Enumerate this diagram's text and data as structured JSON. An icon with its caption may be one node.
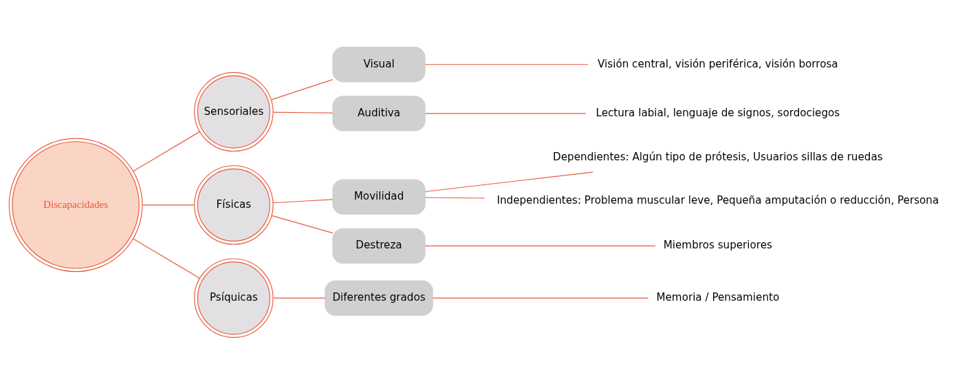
{
  "diagram": {
    "nodes": [
      {
        "text": [
          "Discapacidades"
        ]
      },
      {
        "text": [
          "Sensoriales"
        ]
      },
      {
        "text": [
          "Físicas"
        ]
      },
      {
        "text": [
          "Psíquicas"
        ]
      },
      {
        "text": [
          "Visual"
        ]
      },
      {
        "text": [
          "Auditiva"
        ]
      },
      {
        "text": [
          "Movilidad"
        ]
      },
      {
        "text": [
          "Destreza"
        ]
      },
      {
        "text": [
          "Diferentes grados"
        ]
      },
      {
        "text": [
          "Visión central, visión periférica, visión borrosa"
        ]
      },
      {
        "text": [
          "Lectura labial, lenguaje de signos, sordociegos"
        ]
      },
      {
        "text": [
          "Dependientes: Algún tipo de prótesis, Usuarios sillas de ruedas"
        ]
      },
      {
        "text": [
          "Independientes: Problema muscular leve, Pequeña amputación o reducción, Persona"
        ]
      },
      {
        "text": [
          "Miembros superiores"
        ]
      },
      {
        "text": [
          "Memoria / Pensamiento"
        ]
      }
    ],
    "edges": [
      {
        "from": 0,
        "to": 1,
        "arrow": "none"
      },
      {
        "from": 0,
        "to": 2,
        "arrow": "none"
      },
      {
        "from": 0,
        "to": 3,
        "arrow": "none"
      },
      {
        "from": 1,
        "to": 4,
        "arrow": "none"
      },
      {
        "from": 1,
        "to": 5,
        "arrow": "none"
      },
      {
        "from": 2,
        "to": 6,
        "arrow": "none"
      },
      {
        "from": 2,
        "to": 7,
        "arrow": "none"
      },
      {
        "from": 3,
        "to": 8,
        "arrow": "none"
      },
      {
        "from": 4,
        "to": 9,
        "arrow": "none"
      },
      {
        "from": 5,
        "to": 10,
        "arrow": "none"
      },
      {
        "from": 6,
        "to": 11,
        "arrow": "none"
      },
      {
        "from": 6,
        "to": 12,
        "arrow": "none"
      },
      {
        "from": 7,
        "to": 13,
        "arrow": "none"
      },
      {
        "from": 8,
        "to": 14,
        "arrow": "none"
      }
    ]
  }
}
